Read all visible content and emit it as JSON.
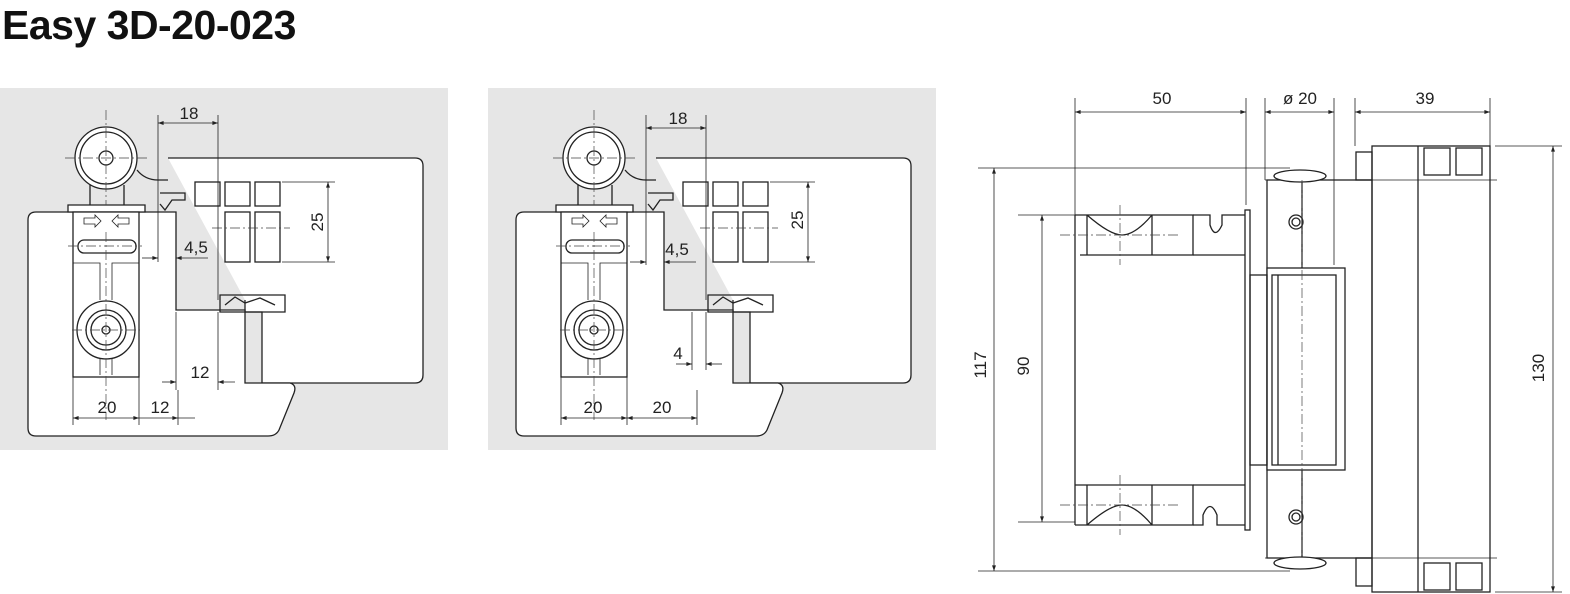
{
  "title": "Easy 3D-20-023",
  "colors": {
    "panel_bg": "#e6e6e6",
    "line": "#222222"
  },
  "panel_left": {
    "dim_top": "18",
    "dim_height": "25",
    "dim_gap": "4,5",
    "dim_door_offset": "12",
    "dim_body_width": "20",
    "dim_frame_offset": "12"
  },
  "panel_middle": {
    "dim_top": "18",
    "dim_height": "25",
    "dim_gap": "4,5",
    "dim_small": "4",
    "dim_body_width": "20",
    "dim_frame_offset": "20"
  },
  "side_view": {
    "dim_leaf_depth": "50",
    "dim_knuckle_diameter": "ø 20",
    "dim_body_depth": "39",
    "dim_total_height": "117",
    "dim_arm_spacing": "90",
    "dim_body_height": "130"
  }
}
